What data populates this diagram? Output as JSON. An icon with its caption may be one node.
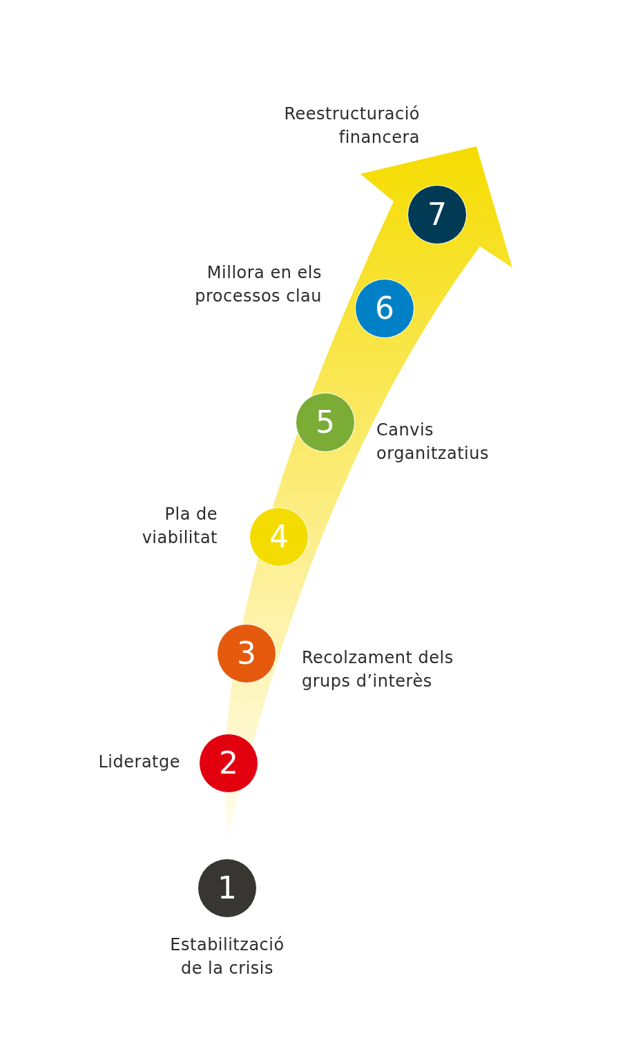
{
  "diagram": {
    "nodes": [
      {
        "text": [
          "1"
        ],
        "beside": [
          "Estabilització de la crisis"
        ]
      },
      {
        "text": [
          "2"
        ],
        "beside": [
          "Lideratge"
        ]
      },
      {
        "text": [
          "3"
        ],
        "beside": [
          "Recolzament dels grups d’interès"
        ]
      },
      {
        "text": [
          "4"
        ],
        "beside": [
          "Pla de viabilitat"
        ]
      },
      {
        "text": [
          "5"
        ],
        "beside": [
          "Canvis organitzatius"
        ]
      },
      {
        "text": [
          "6"
        ],
        "beside": [
          "Millora en els processos clau"
        ]
      },
      {
        "text": [
          "7"
        ],
        "beside": [
          "Reestructuració financera"
        ]
      }
    ]
  }
}
